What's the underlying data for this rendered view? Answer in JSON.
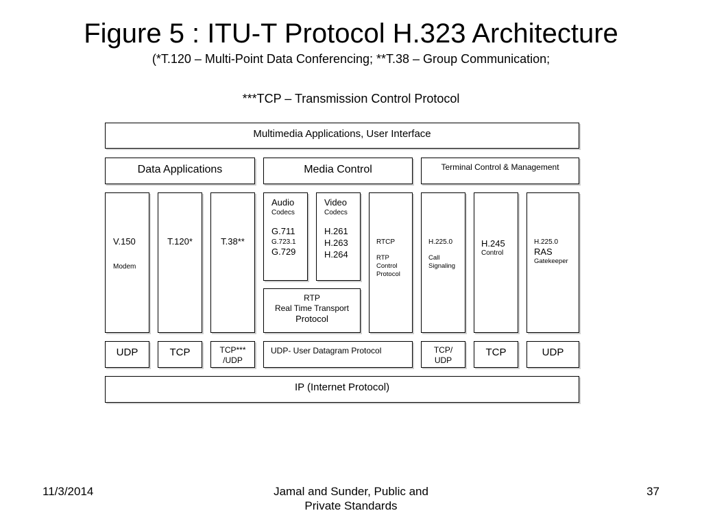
{
  "slide": {
    "title": "Figure 5 : ITU-T Protocol H.323 Architecture",
    "subtitle_line1": "(*T.120 – Multi-Point Data Conferencing; **T.38 – Group Communication;",
    "subtitle_line2": "***TCP – Transmission Control Protocol"
  },
  "diagram": {
    "apps": "Multimedia Applications, User Interface",
    "data_apps": "Data Applications",
    "media_control": "Media Control",
    "terminal_control": "Terminal Control & Management",
    "v150": {
      "name": "V.150",
      "desc": "Modem"
    },
    "t120": "T.120*",
    "t38": "T.38**",
    "audio": {
      "name": "Audio",
      "desc": "Codecs",
      "c1": "G.711",
      "c2": "G.723.1",
      "c3": "G.729"
    },
    "video": {
      "name": "Video",
      "desc": "Codecs",
      "c1": "H.261",
      "c2": "H.263",
      "c3": "H.264"
    },
    "rtp": {
      "line1": "RTP",
      "line2": "Real Time Transport",
      "line3": "Protocol"
    },
    "rtcp": {
      "name": "RTCP",
      "l1": "RTP",
      "l2": "Control",
      "l3": "Protocol"
    },
    "h2250_call": {
      "name": "H.225.0",
      "l1": "Call",
      "l2": "Signaling"
    },
    "h245": {
      "name": "H.245",
      "desc": "Control"
    },
    "h2250_ras": {
      "name": "H.225.0",
      "ras": "RAS",
      "desc": "Gatekeeper"
    },
    "transport": {
      "udp1": "UDP",
      "tcp1": "TCP",
      "tcp_udp_a": "TCP***",
      "tcp_udp_b": "/UDP",
      "udp_long": "UDP- User Datagram Protocol",
      "tcp_udp2_a": "TCP/",
      "tcp_udp2_b": "UDP",
      "tcp2": "TCP",
      "udp2": "UDP"
    },
    "ip": "IP (Internet Protocol)"
  },
  "footer": {
    "date": "11/3/2014",
    "center_line1": "Jamal and Sunder, Public and",
    "center_line2": "Private Standards",
    "page": "37"
  }
}
